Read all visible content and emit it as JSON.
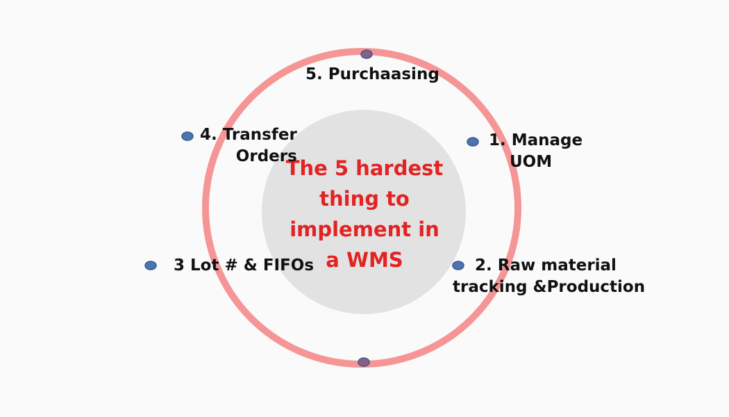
{
  "title": [
    "The 5 hardest",
    "thing to",
    "implement in",
    "a WMS"
  ],
  "items": {
    "item1": [
      "1. Manage",
      "UOM"
    ],
    "item2": [
      "2. Raw material",
      "tracking &Production"
    ],
    "item3": [
      "3 Lot # & FIFOs"
    ],
    "item4": [
      "4. Transfer",
      "Orders"
    ],
    "item5": [
      "5. Purchaasing"
    ]
  },
  "colors": {
    "ring": "#f59595",
    "center_disc": "#e2e2e2",
    "title_text": "#e32222",
    "marker_fill": "#4a75b0",
    "marker_stroke": "#3a5a8a",
    "ring_marker_fill": "#8a5f86"
  }
}
